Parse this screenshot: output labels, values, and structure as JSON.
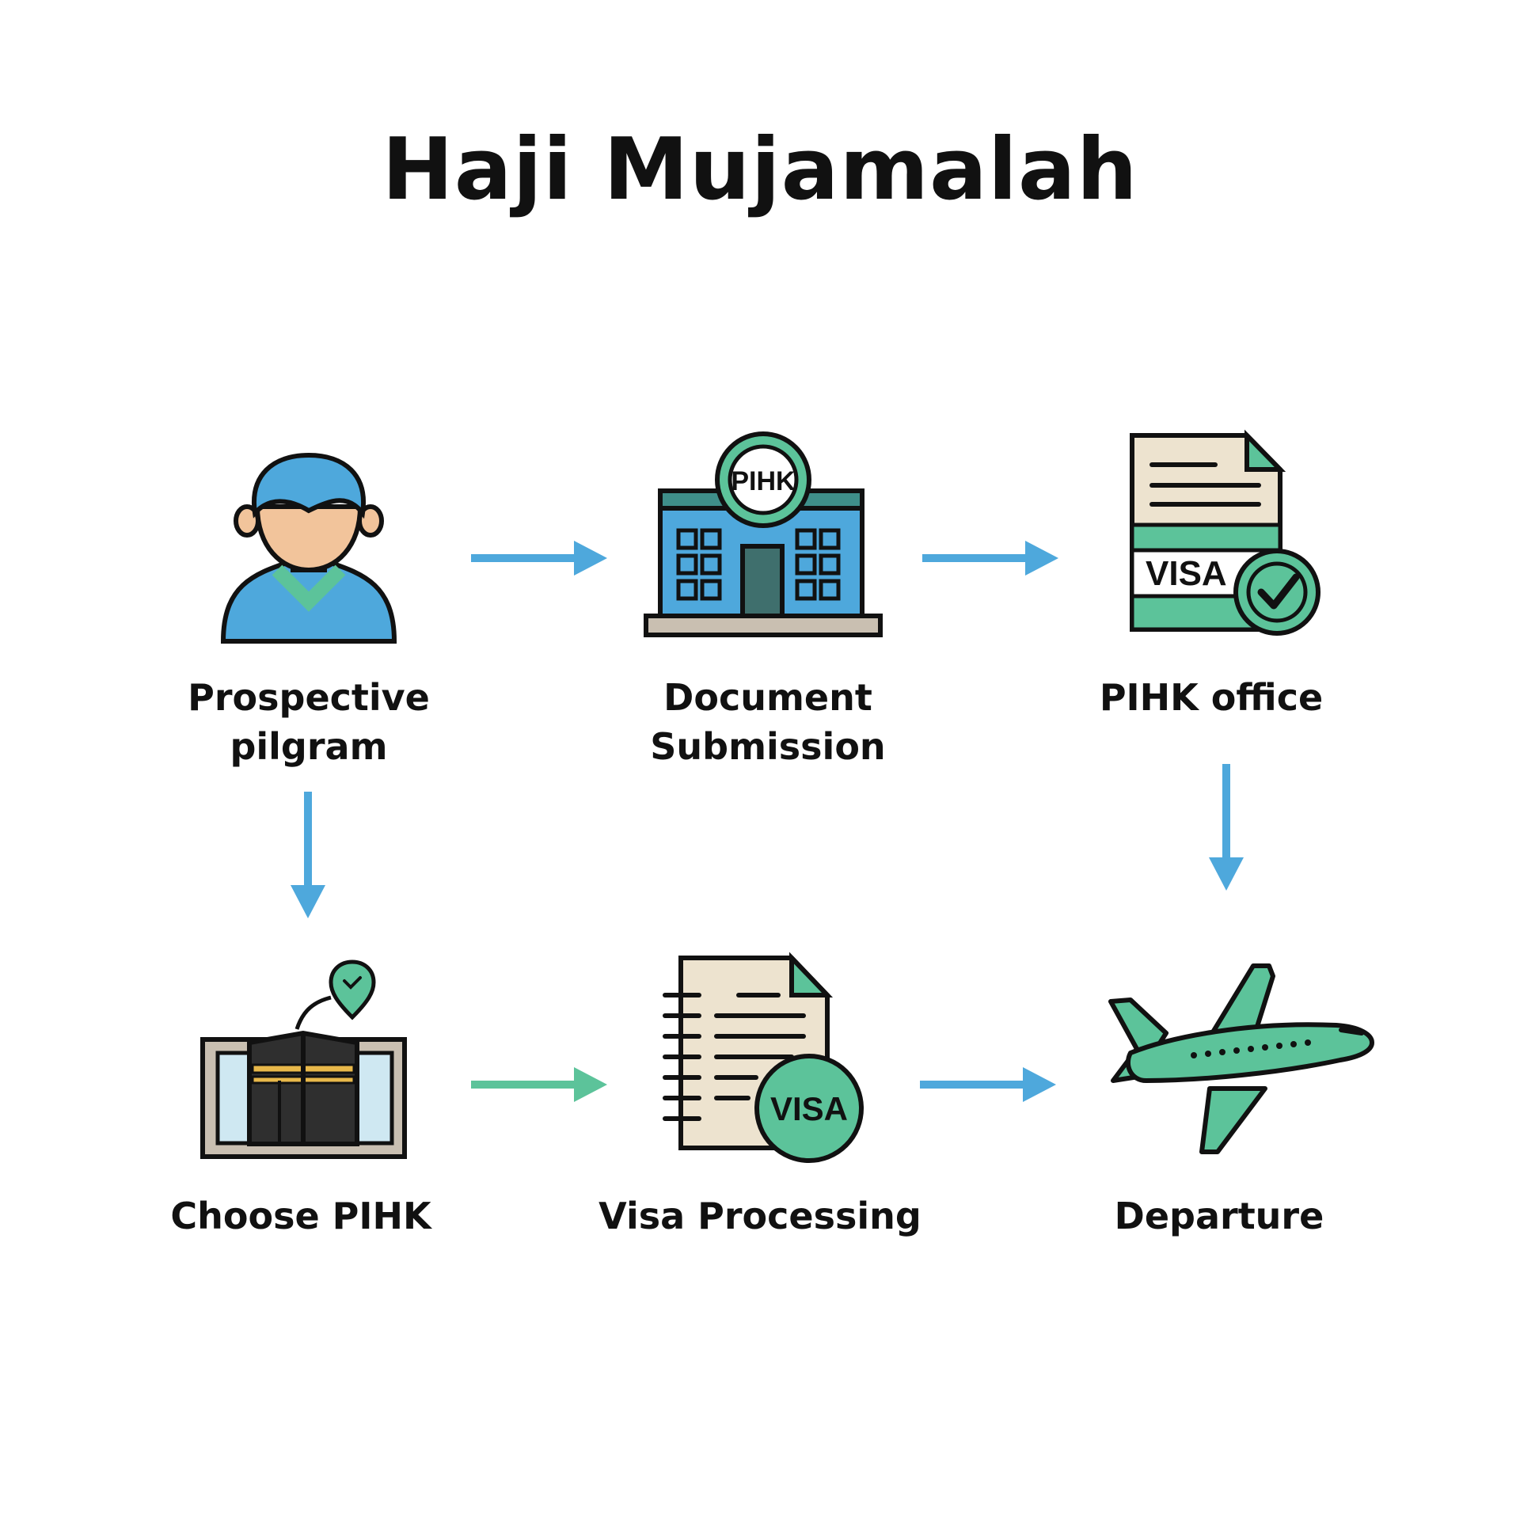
{
  "title": "Haji Mujamalah",
  "steps": [
    {
      "label": "Prospective\npilgram",
      "icon": "person-icon"
    },
    {
      "label": "Document Submission",
      "icon": "pihk-building-icon",
      "badge": "PIHK"
    },
    {
      "label": "PIHK office",
      "icon": "visa-document-check-icon",
      "badge": "VISA"
    },
    {
      "label": "Choose PIHK",
      "icon": "kaaba-location-icon"
    },
    {
      "label": "Visa Processing",
      "icon": "visa-document-stamp-icon",
      "badge": "VISA"
    },
    {
      "label": "Departure",
      "icon": "airplane-icon"
    }
  ],
  "colors": {
    "blue": "#4ea8dc",
    "green": "#5cc39a",
    "outline": "#111111",
    "paper": "#ede3cf",
    "skin": "#f2c49b"
  }
}
